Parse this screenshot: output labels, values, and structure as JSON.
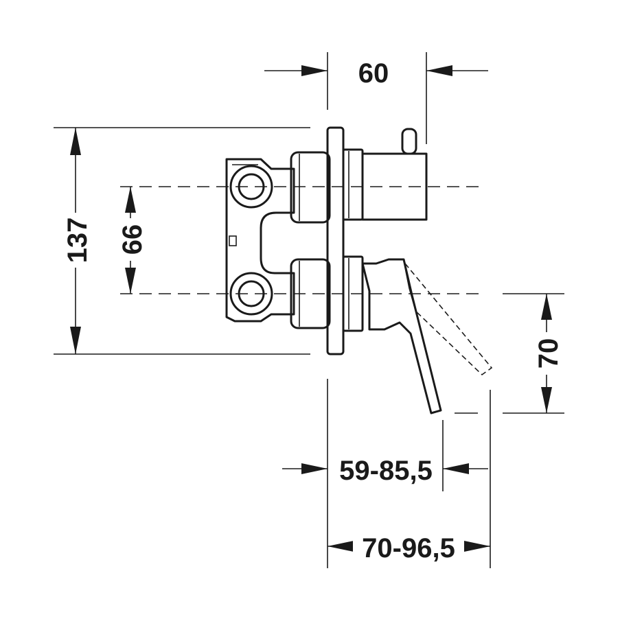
{
  "dimensions": {
    "depth_top": "60",
    "height_total": "137",
    "outlet_spacing": "66",
    "lever_height": "70",
    "depth_range_short": "59-85,5",
    "depth_range_long": "70-96,5"
  },
  "colors": {
    "line": "#1a1a1a",
    "background": "#ffffff"
  }
}
